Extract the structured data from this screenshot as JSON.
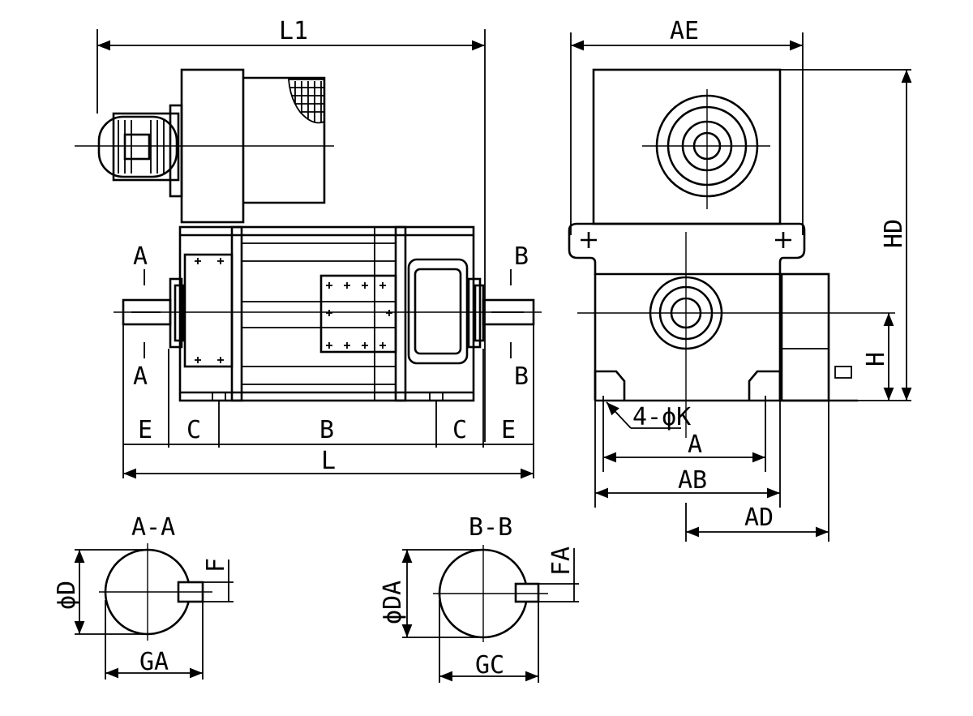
{
  "labels": {
    "l1": "L1",
    "ae": "AE",
    "hd": "HD",
    "h": "H",
    "a_mark_top": "A",
    "a_mark_bottom": "A",
    "b_mark_top": "B",
    "b_mark_bottom": "B",
    "e_left": "E",
    "c_left": "C",
    "b_dim": "B",
    "c_right": "C",
    "e_right": "E",
    "l": "L",
    "k": "4-ϕK",
    "a_dim": "A",
    "ab": "AB",
    "ad": "AD",
    "section_aa": "A-A",
    "section_bb": "B-B",
    "d": "ϕD",
    "f": "F",
    "ga": "GA",
    "da": "ϕDA",
    "fa": "FA",
    "gc": "GC"
  },
  "colors": {
    "line": "#000000",
    "background": "#ffffff"
  }
}
